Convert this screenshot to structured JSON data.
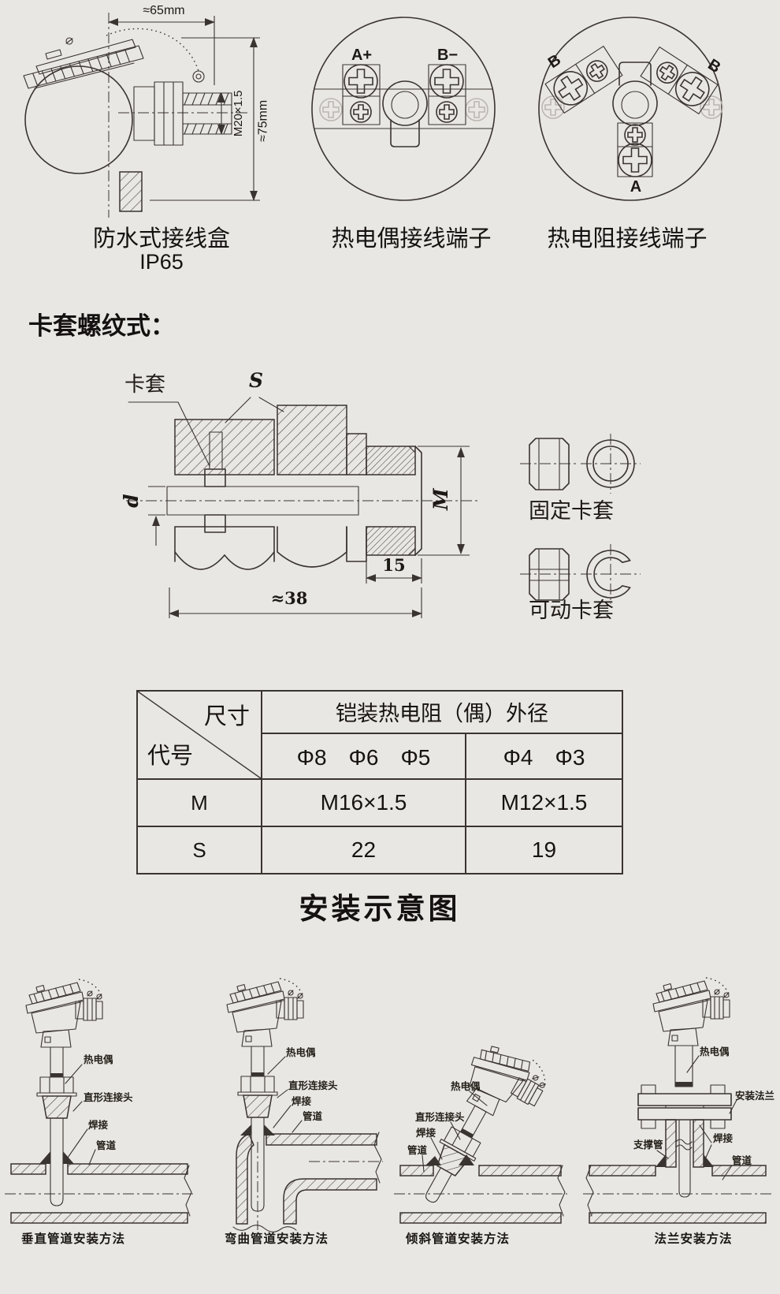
{
  "page": {
    "background": "#e9e7e4",
    "line_color": "#3a3430"
  },
  "top_figures": {
    "junction_box": {
      "dim_width": "≈65mm",
      "dim_thread": "M20×1.5",
      "dim_height": "≈75mm",
      "caption": "防水式接线盒",
      "rating": "IP65"
    },
    "thermocouple_terminal": {
      "terminal_a": "A+",
      "terminal_b": "B−",
      "caption": "热电偶接线端子"
    },
    "rtd_terminal": {
      "terminal_b_left": "B",
      "terminal_b_right": "B",
      "terminal_a": "A",
      "caption": "热电阻接线端子"
    }
  },
  "ferrule_section": {
    "heading": "卡套螺纹式：",
    "ferrule_label": "卡套",
    "dim_s": "S",
    "dim_d": "d",
    "dim_m": "M",
    "dim_15": "15",
    "dim_38": "≈38",
    "fixed_label": "固定卡套",
    "movable_label": "可动卡套"
  },
  "spec_table": {
    "corner_top": "尺寸",
    "corner_bottom": "代号",
    "span_header": "铠装热电阻（偶）外径",
    "sub_headers": [
      "Φ8　Φ6　Φ5",
      "Φ4　Φ3"
    ],
    "rows": [
      {
        "code": "M",
        "v1": "M16×1.5",
        "v2": "M12×1.5"
      },
      {
        "code": "S",
        "v1": "22",
        "v2": "19"
      }
    ]
  },
  "install_section": {
    "title": "安装示意图",
    "figures": [
      {
        "caption": "垂直管道安装方法",
        "labels": {
          "probe": "热电偶",
          "connector": "直形连接头",
          "weld": "焊接",
          "pipe": "管道"
        }
      },
      {
        "caption": "弯曲管道安装方法",
        "labels": {
          "probe": "热电偶",
          "connector": "直形连接头",
          "weld": "焊接",
          "pipe": "管道"
        }
      },
      {
        "caption": "倾斜管道安装方法",
        "labels": {
          "probe": "热电偶",
          "connector": "直形连接头",
          "weld": "焊接",
          "pipe": "管道"
        }
      },
      {
        "caption": "法兰安装方法",
        "labels": {
          "probe": "热电偶",
          "flange": "安装法兰",
          "weld": "焊接",
          "support": "支撑管",
          "pipe": "管道"
        }
      }
    ]
  }
}
